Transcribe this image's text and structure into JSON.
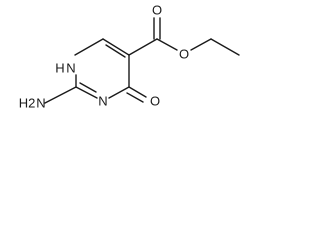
{
  "molecule": {
    "atoms": {
      "nh": "N",
      "nh_h": "H",
      "n_ring": "N",
      "nh2_h2": "H2",
      "nh2_n": "N",
      "ketone_o": "O",
      "carbonyl_o": "O",
      "ester_o": "O"
    }
  }
}
